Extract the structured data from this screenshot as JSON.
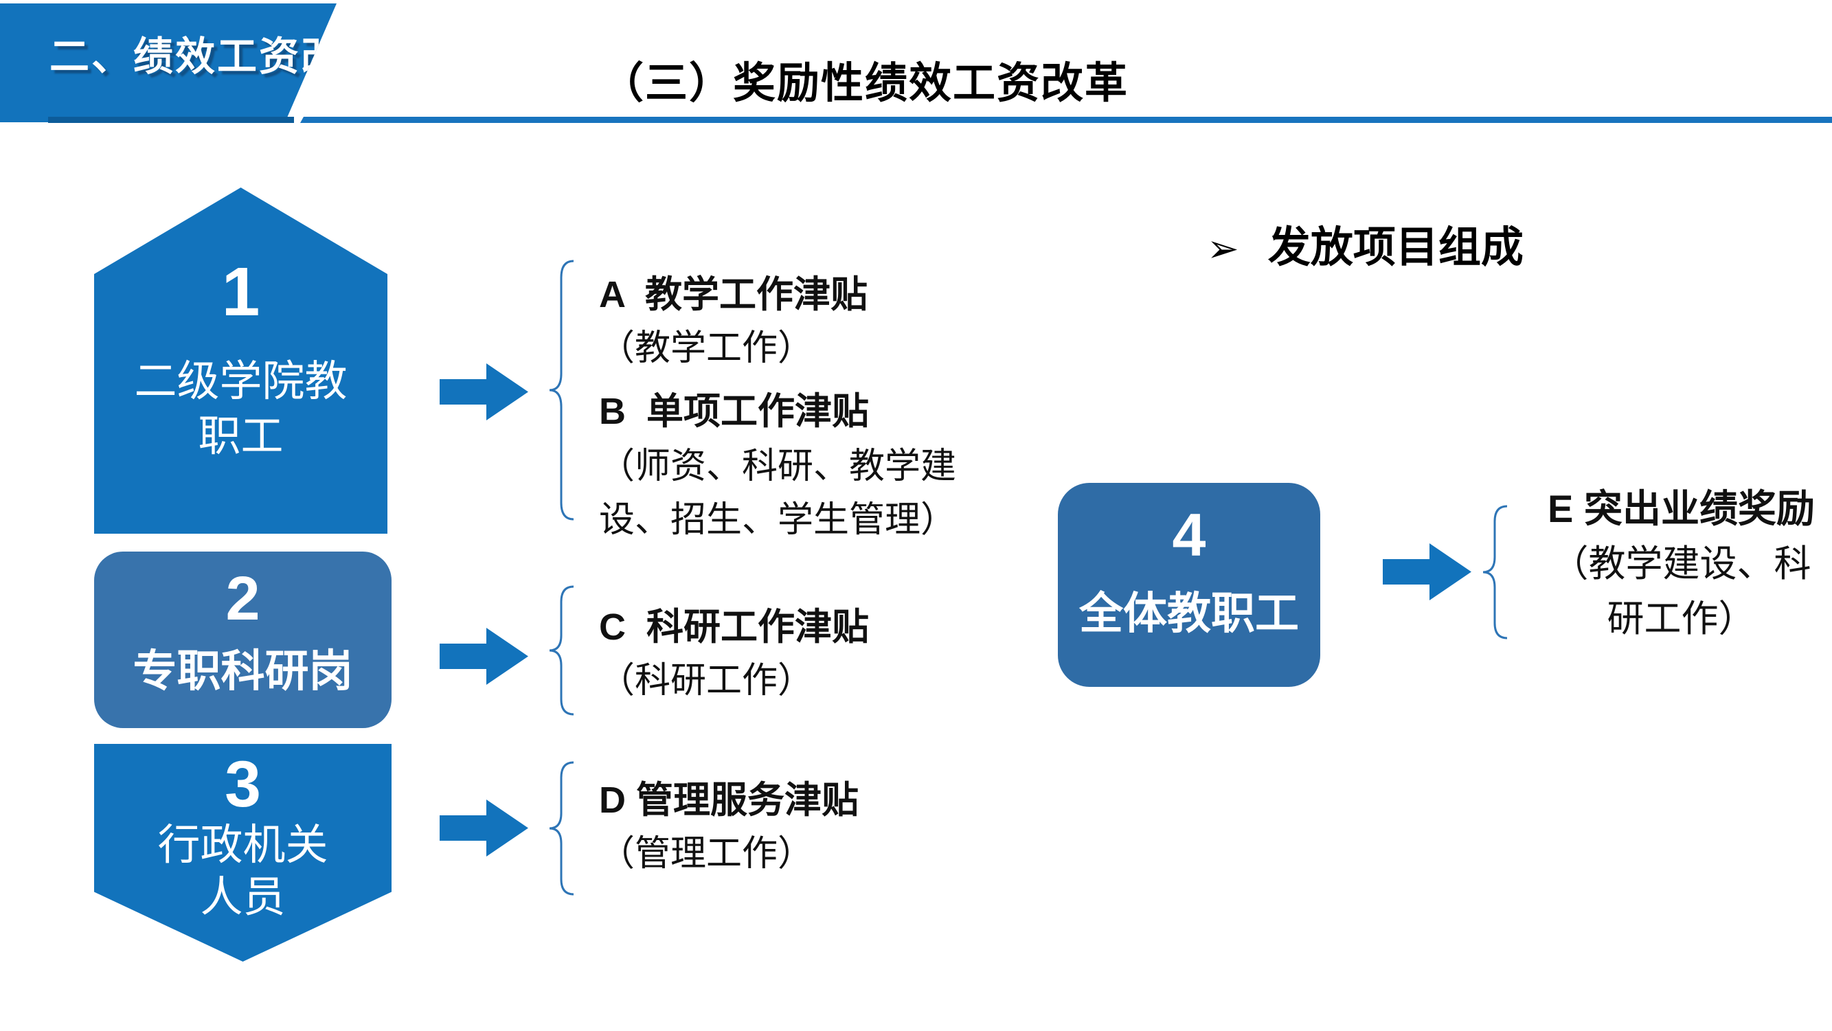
{
  "banner": {
    "label": "二、绩效工资改革"
  },
  "title": "（三）奖励性绩效工资改革",
  "section_header": {
    "bullet": "➢",
    "label": "发放项目组成"
  },
  "groups": [
    {
      "number": "1",
      "lines": [
        "二级学院教",
        "职工"
      ]
    },
    {
      "number": "2",
      "lines": [
        "专职科研岗"
      ]
    },
    {
      "number": "3",
      "lines": [
        "行政机关",
        "人员"
      ]
    },
    {
      "number": "4",
      "lines": [
        "全体教职工"
      ]
    }
  ],
  "allowances": [
    {
      "title": "A  教学工作津贴",
      "details": [
        "（教学工作）"
      ]
    },
    {
      "title": "B  单项工作津贴",
      "details": [
        "（师资、科研、教学建",
        "设、招生、学生管理）"
      ]
    },
    {
      "title": "C  科研工作津贴",
      "details": [
        "（科研工作）"
      ]
    },
    {
      "title": "D 管理服务津贴",
      "details": [
        "（管理工作）"
      ]
    },
    {
      "title": "E 突出业绩奖励",
      "details": [
        "（教学建设、科",
        "研工作）"
      ]
    }
  ],
  "colors": {
    "accent": "#1273BC",
    "steel": "#3873AC",
    "steel_dark": "#2F6CA6",
    "rule": "#1874BE",
    "rule_shade": "#0D5C9A",
    "brace": "#2E75B6",
    "text": "#111111"
  }
}
